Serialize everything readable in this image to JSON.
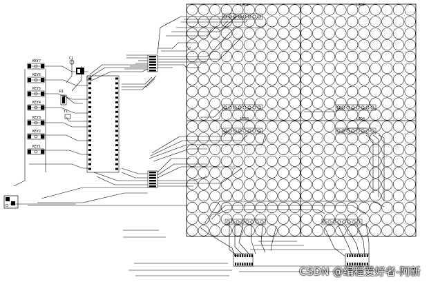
{
  "board": {
    "matrices": [
      {
        "label": "LED1",
        "rows": 10,
        "cols": 10
      },
      {
        "label": "LED2",
        "rows": 10,
        "cols": 10
      },
      {
        "label": "LED3",
        "rows": 10,
        "cols": 10
      },
      {
        "label": "LED4",
        "rows": 10,
        "cols": 10
      }
    ],
    "buttons": [
      {
        "label": "KEY7"
      },
      {
        "label": "KEY6"
      },
      {
        "label": "KEY5"
      },
      {
        "label": "KEY4"
      },
      {
        "label": "KEY3"
      },
      {
        "label": "KEY2"
      },
      {
        "label": "KEY1"
      }
    ],
    "small_labels": [
      "C1",
      "R1",
      "Y1"
    ]
  },
  "watermark": "CSDN @编程爱好者-阿新"
}
